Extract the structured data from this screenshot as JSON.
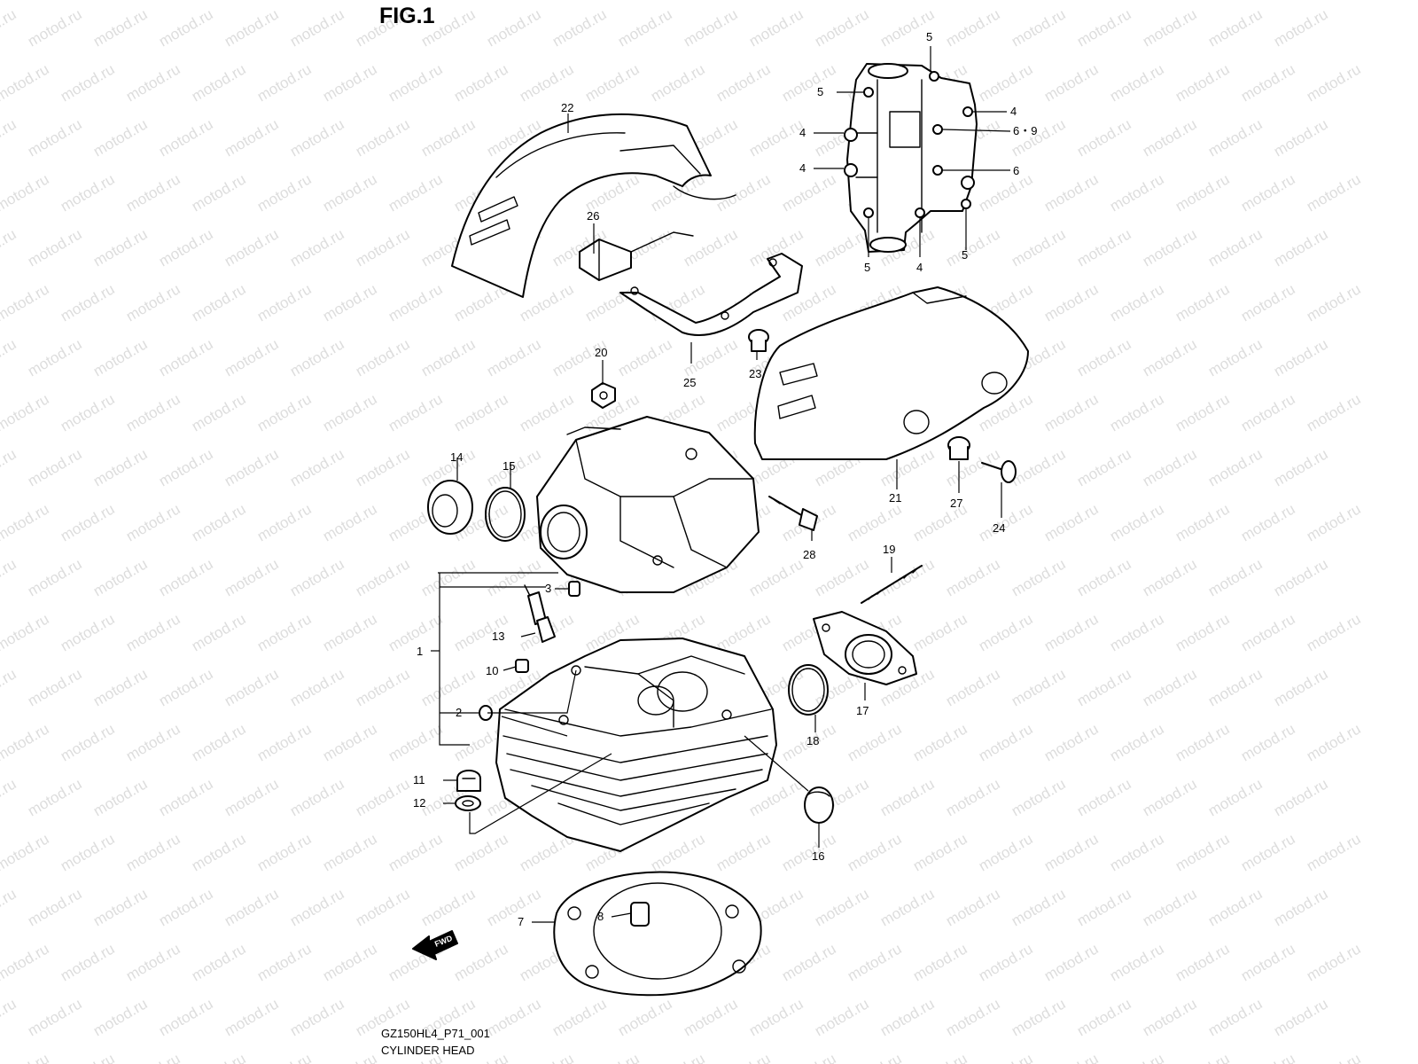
{
  "figure": {
    "title": "FIG.1",
    "drawing_code": "GZ150HL4_P71_001",
    "caption": "CYLINDER HEAD"
  },
  "watermark": "motod.ru",
  "fwd_label": "FWD",
  "callouts": [
    {
      "id": "c22",
      "label": "22"
    },
    {
      "id": "c26",
      "label": "26"
    },
    {
      "id": "c25",
      "label": "25"
    },
    {
      "id": "c23",
      "label": "23"
    },
    {
      "id": "c20",
      "label": "20"
    },
    {
      "id": "c21",
      "label": "21"
    },
    {
      "id": "c27",
      "label": "27"
    },
    {
      "id": "c24",
      "label": "24"
    },
    {
      "id": "c14",
      "label": "14"
    },
    {
      "id": "c15",
      "label": "15"
    },
    {
      "id": "c28",
      "label": "28"
    },
    {
      "id": "c19",
      "label": "19"
    },
    {
      "id": "c3",
      "label": "3"
    },
    {
      "id": "c13",
      "label": "13"
    },
    {
      "id": "c1",
      "label": "1"
    },
    {
      "id": "c10",
      "label": "10"
    },
    {
      "id": "c2",
      "label": "2"
    },
    {
      "id": "c17",
      "label": "17"
    },
    {
      "id": "c18",
      "label": "18"
    },
    {
      "id": "c11",
      "label": "11"
    },
    {
      "id": "c12",
      "label": "12"
    },
    {
      "id": "c16",
      "label": "16"
    },
    {
      "id": "c7",
      "label": "7"
    },
    {
      "id": "c8",
      "label": "8"
    },
    {
      "id": "c5a",
      "label": "5"
    },
    {
      "id": "c5b",
      "label": "5"
    },
    {
      "id": "c4a",
      "label": "4"
    },
    {
      "id": "c6_9",
      "label": "6・9"
    },
    {
      "id": "c4b",
      "label": "4"
    },
    {
      "id": "c4c",
      "label": "4"
    },
    {
      "id": "c6",
      "label": "6"
    },
    {
      "id": "c5c",
      "label": "5"
    },
    {
      "id": "c4d",
      "label": "4"
    },
    {
      "id": "c5d",
      "label": "5"
    }
  ]
}
